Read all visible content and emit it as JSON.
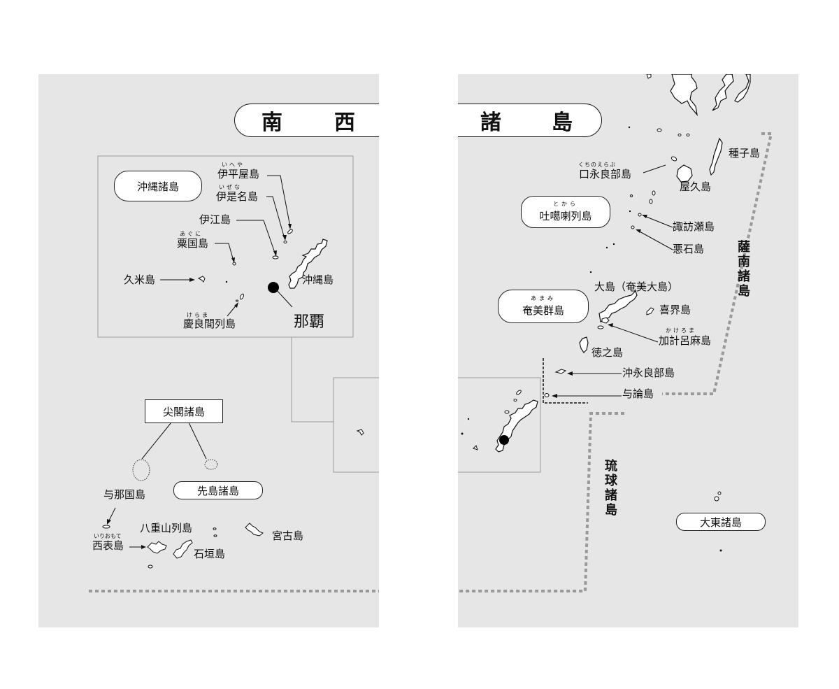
{
  "title": {
    "left_chars": [
      "南",
      "西"
    ],
    "right_chars": [
      "諸",
      "島"
    ]
  },
  "groups": {
    "okinawa": "沖縄諸島",
    "senkaku": "尖閣諸島",
    "sakishima": "先島諸島",
    "tokara": "吐噶喇列島",
    "amami": "奄美群島",
    "daito": "大東諸島",
    "satsunan": "薩南諸島",
    "ryukyu": "琉球諸島"
  },
  "islands": {
    "iheya": "伊平屋島",
    "izena": "伊是名島",
    "ie": "伊江島",
    "aguni": "粟国島",
    "kume": "久米島",
    "kerama": "慶良間列島",
    "okinawa_main": "沖縄島",
    "naha": "那覇",
    "yonaguni": "与那国島",
    "iriomote": "西表島",
    "yaeyama": "八重山列島",
    "ishigaki": "石垣島",
    "miyako": "宮古島",
    "tanegashima": "種子島",
    "kuchinoerabu": "口永良部島",
    "yakushima": "屋久島",
    "suwanose": "諏訪瀬島",
    "akuseki": "悪石島",
    "oshima": "大島（奄美大島）",
    "kikai": "喜界島",
    "kakeroma": "加計呂麻島",
    "tokunoshima": "徳之島",
    "okinoerabu": "沖永良部島",
    "yoron": "与論島"
  },
  "readings": {
    "iheya": "いへや",
    "izena": "いぜな",
    "aguni": "あぐに",
    "kerama": "けらま",
    "iriomote": "いりおもて",
    "kuchinoerabu": "くちのえらぶ",
    "tokara": "とから",
    "amami": "あまみ",
    "kakeroma": "かけろま"
  }
}
